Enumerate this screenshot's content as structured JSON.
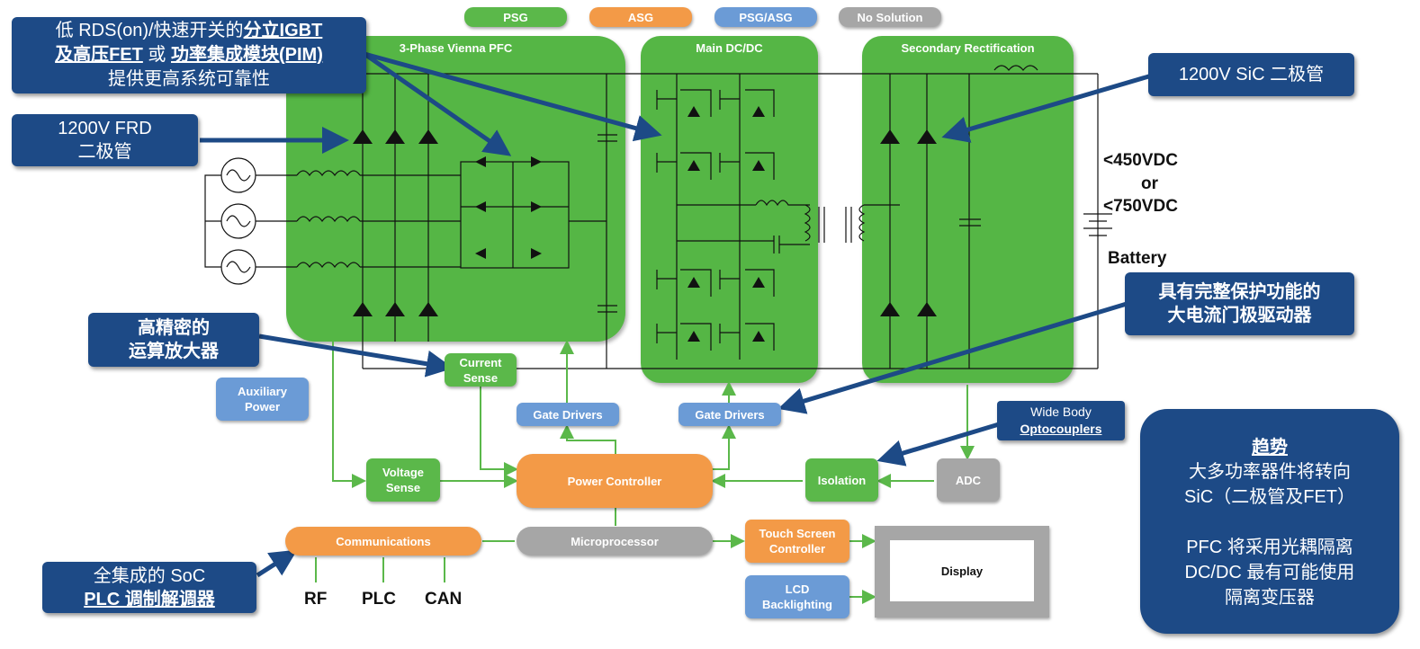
{
  "legend": {
    "psg": "PSG",
    "asg": "ASG",
    "psg_asg": "PSG/ASG",
    "none": "No Solution"
  },
  "blocks": {
    "pfc": "3-Phase Vienna PFC",
    "dcdc": "Main DC/DC",
    "rect": "Secondary Rectification"
  },
  "boxes": {
    "current_sense": "Current\nSense",
    "aux_power": "Auxiliary\nPower",
    "gate_drivers_1": "Gate Drivers",
    "gate_drivers_2": "Gate Drivers",
    "voltage_sense": "Voltage\nSense",
    "power_controller": "Power Controller",
    "isolation": "Isolation",
    "adc": "ADC",
    "communications": "Communications",
    "microprocessor": "Microprocessor",
    "touch_screen": "Touch Screen\nController",
    "lcd": "LCD\nBacklighting",
    "display": "Display",
    "wide_body_1": "Wide Body",
    "wide_body_2": "Optocouplers"
  },
  "labels": {
    "v450": "<450VDC",
    "or": "or",
    "v750": "<750VDC",
    "battery": "Battery",
    "rf": "RF",
    "plc": "PLC",
    "can": "CAN"
  },
  "callouts": {
    "igbt_1": "低 RDS(on)/快速开关的",
    "igbt_2": "分立IGBT",
    "igbt_3": "及高压FET",
    "igbt_4": " 或",
    "igbt_5": "功率集成模块(PIM)",
    "igbt_6": "提供更高系统可靠性",
    "frd": "1200V FRD\n二极管",
    "sic": "1200V SiC 二极管",
    "opamp": "高精密的\n运算放大器",
    "gate_driver": "具有完整保护功能的\n大电流门极驱动器",
    "soc_1": "全集成的 SoC",
    "soc_2": "PLC 调制解调器",
    "trend_title": "趋势",
    "trend_body": "大多功率器件将转向\nSiC（二极管及FET）\n\nPFC 将采用光耦隔离\nDC/DC 最有可能使用\n隔离变压器"
  },
  "colors": {
    "green": "#55b645",
    "orange": "#f39a47",
    "blue": "#6b9bd6",
    "gray": "#a6a6a6",
    "navy": "#1d4a86"
  }
}
